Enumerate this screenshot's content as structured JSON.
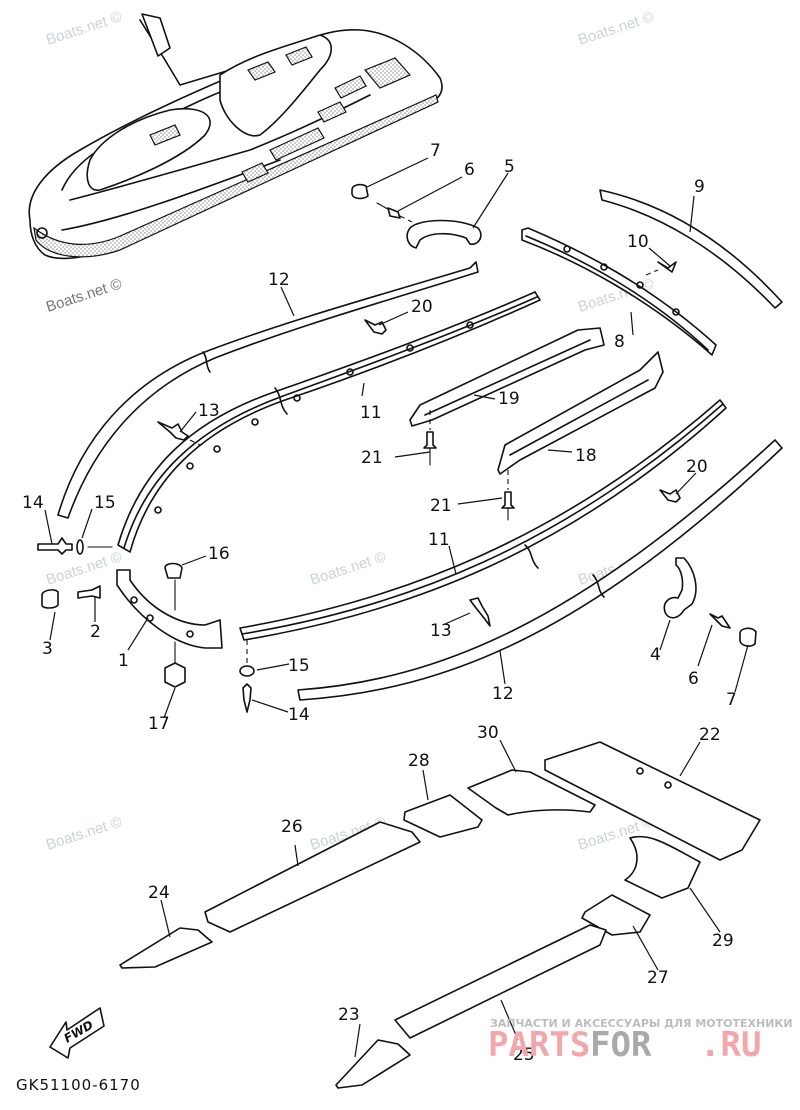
{
  "diagram": {
    "title_code": "GK51100-6170",
    "fwd_label": "FWD",
    "watermark": "Boats.net ©",
    "ad_banner": {
      "tagline": "ЗАПЧАСТИ И АКСЕССУАРЫ ДЛЯ МОТОТЕХНИКИ",
      "brand_part1": "PARTS",
      "brand_part2": "FOR",
      "brand_part3": ".RU",
      "colors": {
        "pink": "#f4a7ab",
        "gray": "#a9a9a9"
      }
    },
    "callouts": [
      {
        "id": "c7a",
        "label": "7"
      },
      {
        "id": "c6a",
        "label": "6"
      },
      {
        "id": "c5",
        "label": "5"
      },
      {
        "id": "c9",
        "label": "9"
      },
      {
        "id": "c10",
        "label": "10"
      },
      {
        "id": "c12a",
        "label": "12"
      },
      {
        "id": "c20a",
        "label": "20"
      },
      {
        "id": "c8",
        "label": "8"
      },
      {
        "id": "c11a",
        "label": "11"
      },
      {
        "id": "c19",
        "label": "19"
      },
      {
        "id": "c13a",
        "label": "13"
      },
      {
        "id": "c21a",
        "label": "21"
      },
      {
        "id": "c18",
        "label": "18"
      },
      {
        "id": "c20b",
        "label": "20"
      },
      {
        "id": "c21b",
        "label": "21"
      },
      {
        "id": "c14a",
        "label": "14"
      },
      {
        "id": "c15a",
        "label": "15"
      },
      {
        "id": "c16",
        "label": "16"
      },
      {
        "id": "c11b",
        "label": "11"
      },
      {
        "id": "c3",
        "label": "3"
      },
      {
        "id": "c2",
        "label": "2"
      },
      {
        "id": "c1",
        "label": "1"
      },
      {
        "id": "c13b",
        "label": "13"
      },
      {
        "id": "c4",
        "label": "4"
      },
      {
        "id": "c6b",
        "label": "6"
      },
      {
        "id": "c7b",
        "label": "7"
      },
      {
        "id": "c15b",
        "label": "15"
      },
      {
        "id": "c12b",
        "label": "12"
      },
      {
        "id": "c17",
        "label": "17"
      },
      {
        "id": "c14b",
        "label": "14"
      },
      {
        "id": "c30",
        "label": "30"
      },
      {
        "id": "c22",
        "label": "22"
      },
      {
        "id": "c28",
        "label": "28"
      },
      {
        "id": "c26",
        "label": "26"
      },
      {
        "id": "c24",
        "label": "24"
      },
      {
        "id": "c29",
        "label": "29"
      },
      {
        "id": "c27",
        "label": "27"
      },
      {
        "id": "c23",
        "label": "23"
      },
      {
        "id": "c25",
        "label": "25"
      }
    ]
  }
}
